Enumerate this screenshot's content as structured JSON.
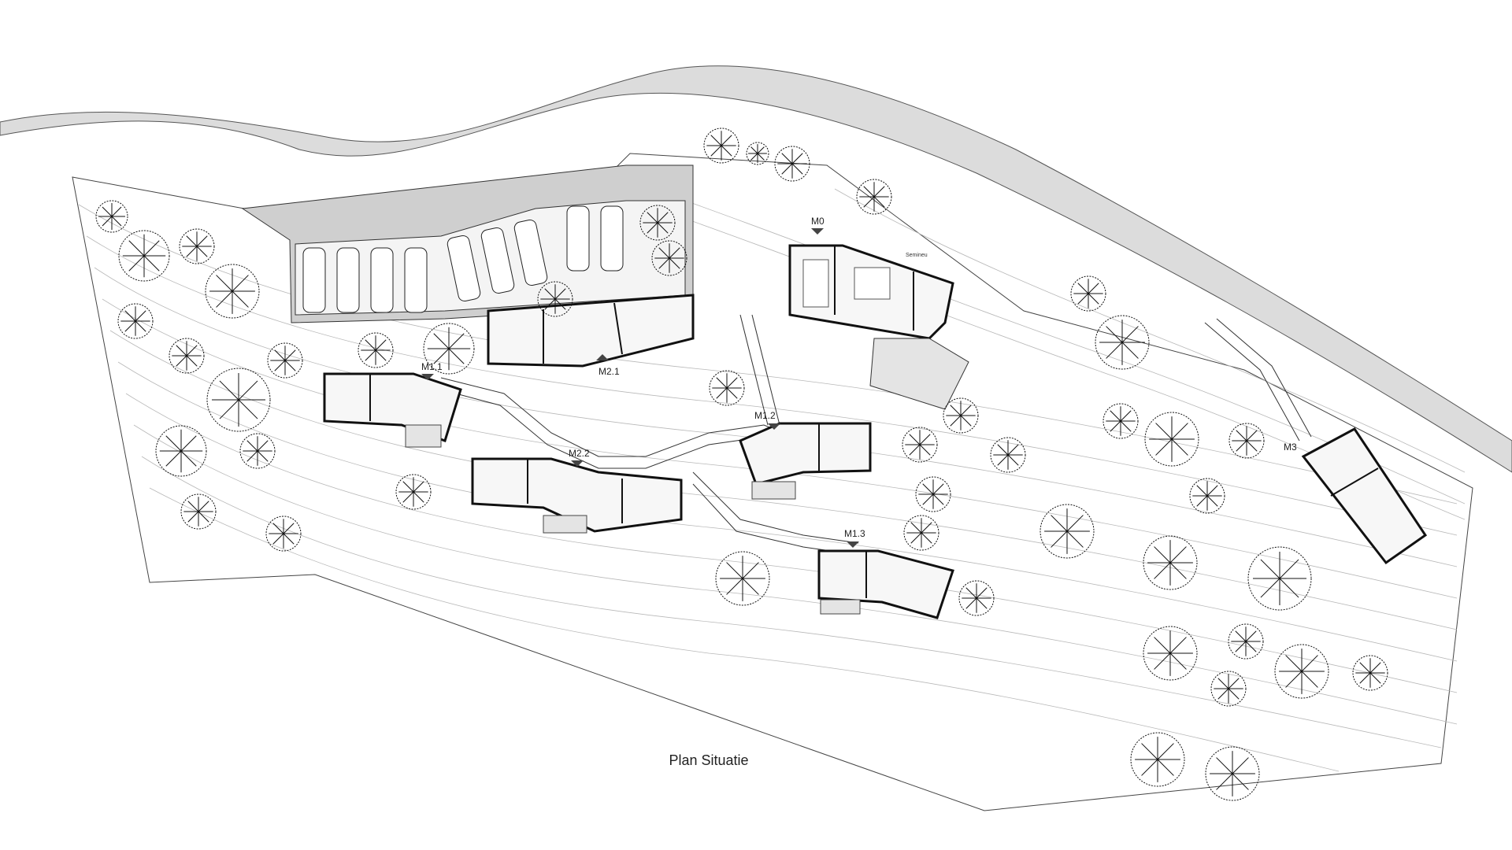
{
  "plan": {
    "title": "Plan Situatie",
    "buildings": [
      {
        "id": "M0",
        "label": "M0"
      },
      {
        "id": "M1.1",
        "label": "M1.1"
      },
      {
        "id": "M1.2",
        "label": "M1.2"
      },
      {
        "id": "M1.3",
        "label": "M1.3"
      },
      {
        "id": "M2.1",
        "label": "M2.1"
      },
      {
        "id": "M2.2",
        "label": "M2.2"
      },
      {
        "id": "M3",
        "label": "M3"
      }
    ],
    "annotations": {
      "semineu": "Semineu"
    }
  },
  "colors": {
    "road": "#dcdcdc",
    "parking": "#cfcfcf",
    "line": "#1a1a1a",
    "contour": "#b5b5b5",
    "wall": "#111111"
  }
}
